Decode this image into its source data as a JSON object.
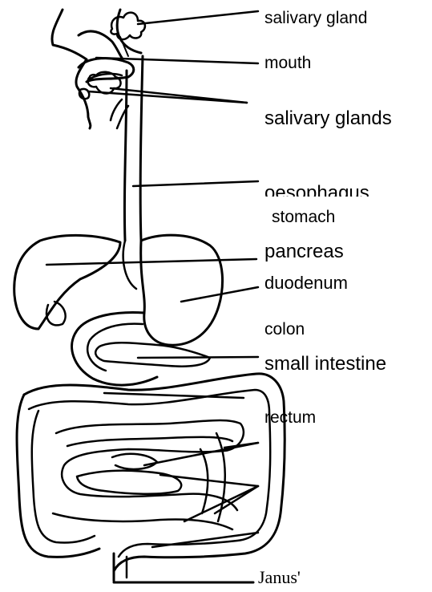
{
  "labels": {
    "salivary_gland": "salivary gland",
    "mouth": "mouth",
    "salivary_glands": "salivary glands",
    "oesophagus": "oesophagus",
    "stomach": "stomach",
    "pancreas": "pancreas",
    "duodenum": "duodenum",
    "colon": "colon",
    "small_intestine": "small intestine",
    "rectum": "rectum",
    "anus": "Janus'"
  },
  "colors": {
    "ink": "#000000",
    "background": "#ffffff"
  }
}
